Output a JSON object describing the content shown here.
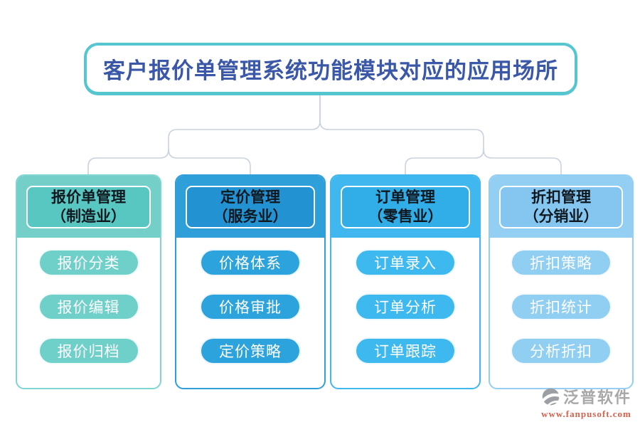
{
  "title": "客户报价单管理系统功能模块对应的应用场所",
  "columns": [
    {
      "name": "报价单管理",
      "industry": "（制造业）",
      "items": [
        "报价分类",
        "报价编辑",
        "报价归档"
      ],
      "colors": {
        "band": "#74CFC9",
        "inner": "#59C7C1",
        "pill": "#6FD0CA",
        "border": "#7ED5D1"
      }
    },
    {
      "name": "定价管理",
      "industry": "（服务业）",
      "items": [
        "价格体系",
        "价格审批",
        "定价策略"
      ],
      "colors": {
        "band": "#2F9FDA",
        "inner": "#2392D3",
        "pill": "#2CA3DD",
        "border": "#2F9FDA"
      }
    },
    {
      "name": "订单管理",
      "industry": "（零售业）",
      "items": [
        "订单录入",
        "订单分析",
        "订单跟踪"
      ],
      "colors": {
        "band": "#40B7EE",
        "inner": "#31ADE8",
        "pill": "#3DB9EF",
        "border": "#40B7EE"
      }
    },
    {
      "name": "折扣管理",
      "industry": "（分销业）",
      "items": [
        "折扣策略",
        "折扣统计",
        "分析折扣"
      ],
      "colors": {
        "band": "#93CEF3",
        "inner": "#84C6F0",
        "pill": "#90CEF2",
        "border": "#93CEF3"
      }
    }
  ],
  "logo": {
    "name": "泛普软件",
    "url": "www.fanpusoft.com"
  },
  "colors": {
    "title_border": "#55C6D0",
    "title_text": "#3A57A8",
    "connector": "#C9D2DF",
    "logo_text": "#A8A8A8",
    "logo_url": "#D75F4B"
  }
}
